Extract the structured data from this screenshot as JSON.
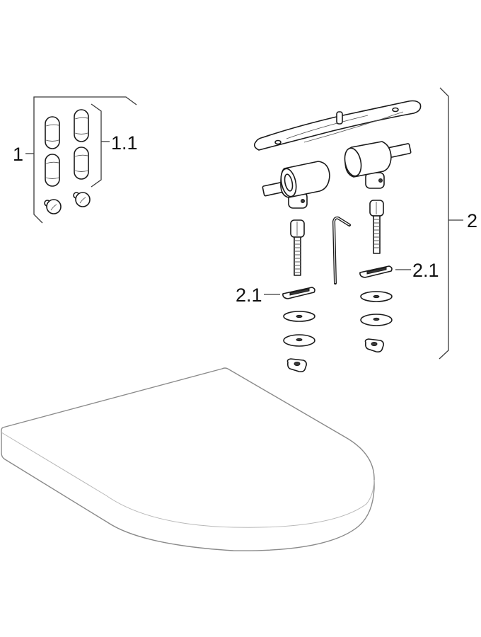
{
  "diagram": {
    "type": "exploded-parts-view",
    "subject": "toilet seat with hinge fixing set",
    "labels": [
      {
        "id": "1",
        "text": "1",
        "refers_to": "fixing plugs and caps group"
      },
      {
        "id": "1.1",
        "text": "1.1",
        "refers_to": "four plugs"
      },
      {
        "id": "2",
        "text": "2",
        "refers_to": "hinge fixing set"
      },
      {
        "id": "2.1a",
        "text": "2.1",
        "refers_to": "left slotted washer"
      },
      {
        "id": "2.1b",
        "text": "2.1",
        "refers_to": "right slotted washer"
      }
    ],
    "parts": [
      "plug",
      "plug",
      "plug",
      "plug",
      "cap",
      "cap",
      "mounting-plate",
      "hinge-left",
      "hinge-right",
      "bolt-left",
      "bolt-right",
      "hex-key",
      "slotted-washer-left",
      "slotted-washer-right",
      "washer",
      "washer",
      "washer",
      "washer",
      "square-nut-left",
      "square-nut-right",
      "toilet-seat"
    ],
    "colors": {
      "line": "#1a1a1a",
      "seat_outline": "#8a8a8a",
      "background": "#ffffff"
    }
  }
}
